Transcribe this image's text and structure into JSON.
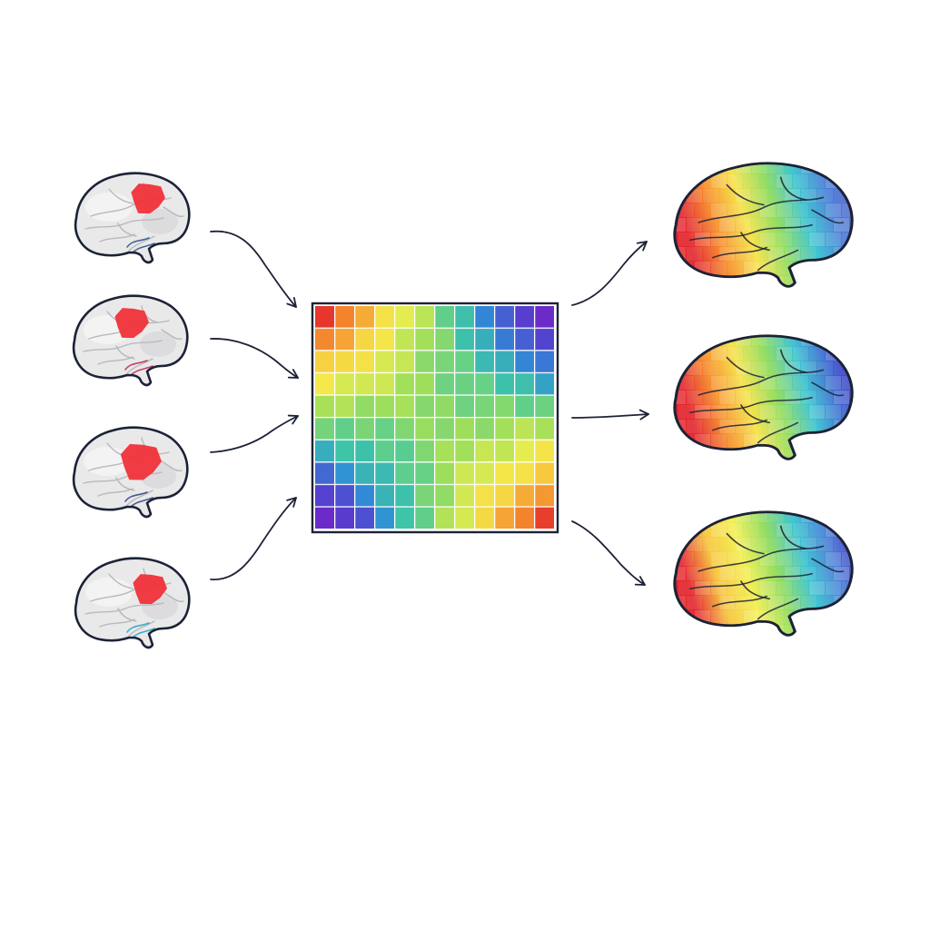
{
  "diagram": {
    "palette": {
      "outline": "#1c2236",
      "seed_region": "#f0313a",
      "brain_fill": "#e9e9ea",
      "brain_shade": "#d4d4d6",
      "frame": "#1c2236"
    },
    "inputs": [
      {
        "name": "seed-brain-1",
        "vessel_color": "#2b4f8a"
      },
      {
        "name": "seed-brain-2",
        "vessel_color": "#c0224d"
      },
      {
        "name": "seed-brain-3",
        "vessel_color": "#2b3f7a"
      },
      {
        "name": "seed-brain-4",
        "vessel_color": "#1aa3c4"
      }
    ],
    "matrix": {
      "rows": 10,
      "cols": 12,
      "colormap": [
        "#e3262e",
        "#f2752a",
        "#f7c53c",
        "#f3ef4d",
        "#9ede5b",
        "#3fc7a5",
        "#2f8fd6",
        "#5441cf",
        "#6b2bc9"
      ]
    },
    "outputs": [
      {
        "name": "map-brain-1",
        "gradient": [
          "#e3262e",
          "#f7902c",
          "#f6e245",
          "#8fdc5c",
          "#39c2d0",
          "#4a7bd8",
          "#5a63c8"
        ]
      },
      {
        "name": "map-brain-2",
        "gradient": [
          "#e3262e",
          "#f7902c",
          "#f6e245",
          "#8fdc5c",
          "#39c2d0",
          "#3d63d0",
          "#4b2bc0"
        ]
      },
      {
        "name": "map-brain-3",
        "gradient": [
          "#e3262e",
          "#f7c53c",
          "#f3ef4d",
          "#8fdc5c",
          "#39c2d0",
          "#4a7bd8",
          "#4b2bc0"
        ]
      }
    ]
  }
}
